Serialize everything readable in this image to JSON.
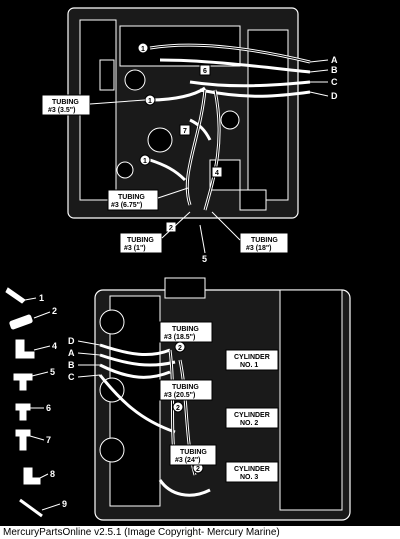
{
  "caption": "MercuryPartsOnline v2.5.1 (Image Copyright- Mercury Marine)",
  "top_view": {
    "letters": [
      "A",
      "B",
      "C",
      "D"
    ],
    "tubing_labels": [
      {
        "line1": "TUBING",
        "line2": "#3 (3.5\")"
      },
      {
        "line1": "TUBING",
        "line2": "#3 (6.75\")"
      },
      {
        "line1": "TUBING",
        "line2": "#3 (1\")"
      },
      {
        "line1": "TUBING",
        "line2": "#3 (18\")"
      }
    ],
    "callouts": [
      "1",
      "1",
      "1",
      "2",
      "4",
      "5",
      "6",
      "7"
    ]
  },
  "bottom_view": {
    "letters": [
      "D",
      "A",
      "B",
      "C"
    ],
    "tubing_labels": [
      {
        "line1": "TUBING",
        "line2": "#3 (18.5\")"
      },
      {
        "line1": "TUBING",
        "line2": "#3 (20.5\")"
      },
      {
        "line1": "TUBING",
        "line2": "#3 (24\")"
      }
    ],
    "cylinders": [
      {
        "line1": "CYLINDER",
        "line2": "NO. 1"
      },
      {
        "line1": "CYLINDER",
        "line2": "NO. 2"
      },
      {
        "line1": "CYLINDER",
        "line2": "NO. 3"
      }
    ],
    "callouts": [
      "2",
      "2",
      "2"
    ]
  },
  "parts_legend": [
    "1",
    "2",
    "4",
    "5",
    "6",
    "7",
    "8",
    "9"
  ]
}
